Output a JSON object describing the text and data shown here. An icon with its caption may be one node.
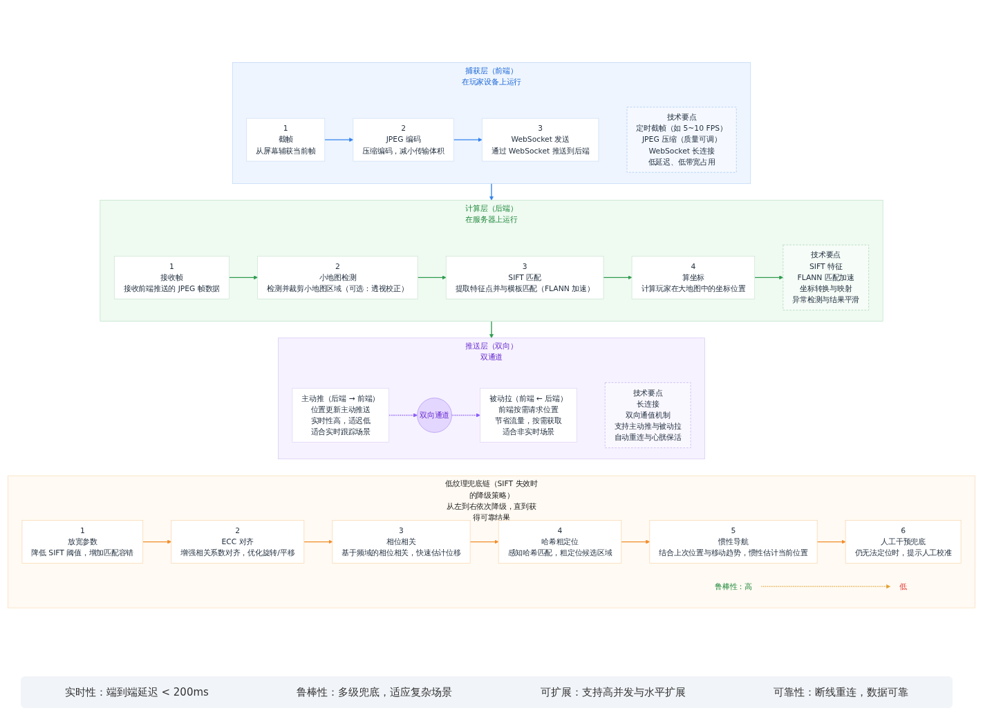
{
  "diagram": {
    "nodes": [
      {
        "text": [
          "捕获层（前端）",
          "在玩家设备上运行"
        ]
      },
      {
        "text": [
          "1",
          "截帧",
          "从屏幕辅获当前帧"
        ],
        "in": 0
      },
      {
        "text": [
          "2",
          "JPEG 编码",
          "压缩编码，减小传输体积"
        ],
        "in": 0
      },
      {
        "text": [
          "3",
          "WebSocket 发送",
          "通过 WebSocket 推送到后端"
        ],
        "in": 0
      },
      {
        "text": [
          "技术要点",
          "定时截帧（如 5~10 FPS）",
          "JPEG 压缩（质量可调）",
          "WebSocket 长连接",
          "低延迟、低带宽占用"
        ],
        "in": 0
      },
      {
        "text": [
          "计算层（后端）",
          "在服务器上运行"
        ]
      },
      {
        "text": [
          "1",
          "接收帧",
          "接收前端推送的 JPEG 帧数据"
        ],
        "in": 5
      },
      {
        "text": [
          "2",
          "小地图检测",
          "检测并裁剪小地图区域（可选：透视校正）"
        ],
        "in": 5
      },
      {
        "text": [
          "3",
          "SIFT 匹配",
          "提取特征点并与横板匹配（FLANN 加速）"
        ],
        "in": 5
      },
      {
        "text": [
          "4",
          "算坐标",
          "计算玩家在大地图中的坐标位置"
        ],
        "in": 5
      },
      {
        "text": [
          "技术要点",
          "SIFT 特征",
          "FLANN 匹配加速",
          "坐标转换与映射",
          "异常检测与结果平滑"
        ],
        "in": 5
      },
      {
        "text": [
          "推送层（双向）",
          "双通道"
        ]
      },
      {
        "text": [
          "主动推（后端 → 前端）",
          "位置更新主动推送",
          "实时性高，适迟低",
          "适合实时跟踪场景"
        ],
        "in": 11
      },
      {
        "text": [
          "双向通道"
        ],
        "in": 11
      },
      {
        "text": [
          "被动拉（前端 ← 后端）",
          "前端按需请求位置",
          "节省流量，按需获取",
          "适合非实时场景"
        ],
        "in": 11
      },
      {
        "text": [
          "技术要点",
          "长连接",
          "双向通值机制",
          "支持主动推与被动拉",
          "自动重连与心胱保活"
        ],
        "in": 11
      },
      {
        "text": [
          "低纹理兜底链（SIFT 失效时的降级策略）",
          "从左到右依次降级，直到获得可靠结果"
        ]
      },
      {
        "text": [
          "1",
          "放宽参数",
          "陴低 SIFT 阈值，增加匹配容错"
        ],
        "in": 16
      },
      {
        "text": [
          "2",
          "ECC 对齐",
          "增强相关系数对齐，优化旋转/平移"
        ],
        "in": 16
      },
      {
        "text": [
          "3",
          "相位相关",
          "基于频域的相位相关，快速估计位移"
        ],
        "in": 16
      },
      {
        "text": [
          "4",
          "哈希粗定位",
          "感知哈希匹配，粗定位候选区域"
        ],
        "in": 16
      },
      {
        "text": [
          "5",
          "惯性导航",
          "结合上次位置与移动趋势，惯性估计当前位置"
        ],
        "in": 16
      },
      {
        "text": [
          "6",
          "人工干预兜底",
          "仍无法定位时，提示人工校准"
        ],
        "in": 16
      },
      {
        "text": [
          "鲁棒性：高"
        ],
        "in": 16
      },
      {
        "text": [
          "低"
        ],
        "in": 16
      }
    ],
    "edges": [
      {
        "from": 1,
        "to": 2,
        "arrow": "to",
        "color": "#2f80ed"
      },
      {
        "from": 2,
        "to": 3,
        "arrow": "to",
        "color": "#2f80ed"
      },
      {
        "from": 0,
        "to": 5,
        "arrow": "to",
        "color": "#2f80ed"
      },
      {
        "from": 6,
        "to": 7,
        "arrow": "to"
      },
      {
        "from": 7,
        "to": 8,
        "arrow": "to"
      },
      {
        "from": 8,
        "to": 9,
        "arrow": "to"
      },
      {
        "from": 9,
        "to": 10,
        "arrow": "to"
      },
      {
        "from": 5,
        "to": 11,
        "arrow": "to"
      },
      {
        "from": 12,
        "to": 13,
        "arrow": "to",
        "style": "dashed",
        "color": "#8b5cf6"
      },
      {
        "from": 13,
        "to": 14,
        "arrow": "to",
        "style": "dashed",
        "color": "#8b5cf6"
      },
      {
        "from": 17,
        "to": 18,
        "arrow": "to",
        "color": "#f28c28"
      },
      {
        "from": 18,
        "to": 19,
        "arrow": "to",
        "color": "#f28c28"
      },
      {
        "from": 19,
        "to": 20,
        "arrow": "to",
        "color": "#f28c28"
      },
      {
        "from": 20,
        "to": 21,
        "arrow": "to",
        "color": "#f28c28"
      },
      {
        "from": 21,
        "to": 22,
        "arrow": "to",
        "color": "#f28c28"
      },
      {
        "from": 23,
        "to": 24,
        "arrow": "to",
        "style": "dashed",
        "color": "#e0a030"
      }
    ],
    "labels": [
      "实时性：端到端延迟 < 200ms",
      "鲁棒性：多级兜底，适应复杂场景",
      "可扩展：支持高并发与水平扩展",
      "可靠性：断线重连，数据可靠"
    ]
  }
}
